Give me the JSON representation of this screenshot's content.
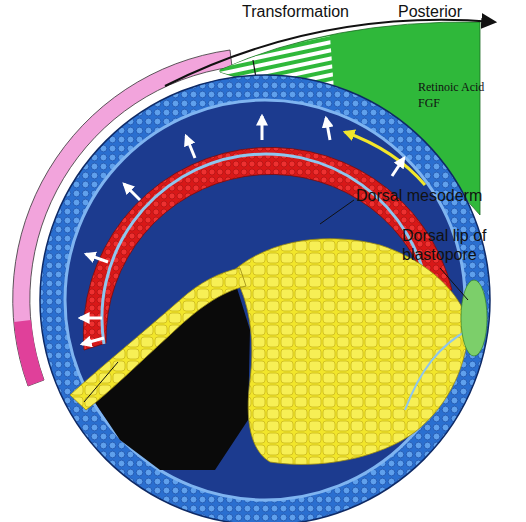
{
  "diagram": {
    "labels": [
      "Transformation",
      "Posterior",
      "Retinoic Acid",
      "FGF",
      "Dorsal mesoderm",
      "Dorsal lip of blastopore"
    ]
  }
}
